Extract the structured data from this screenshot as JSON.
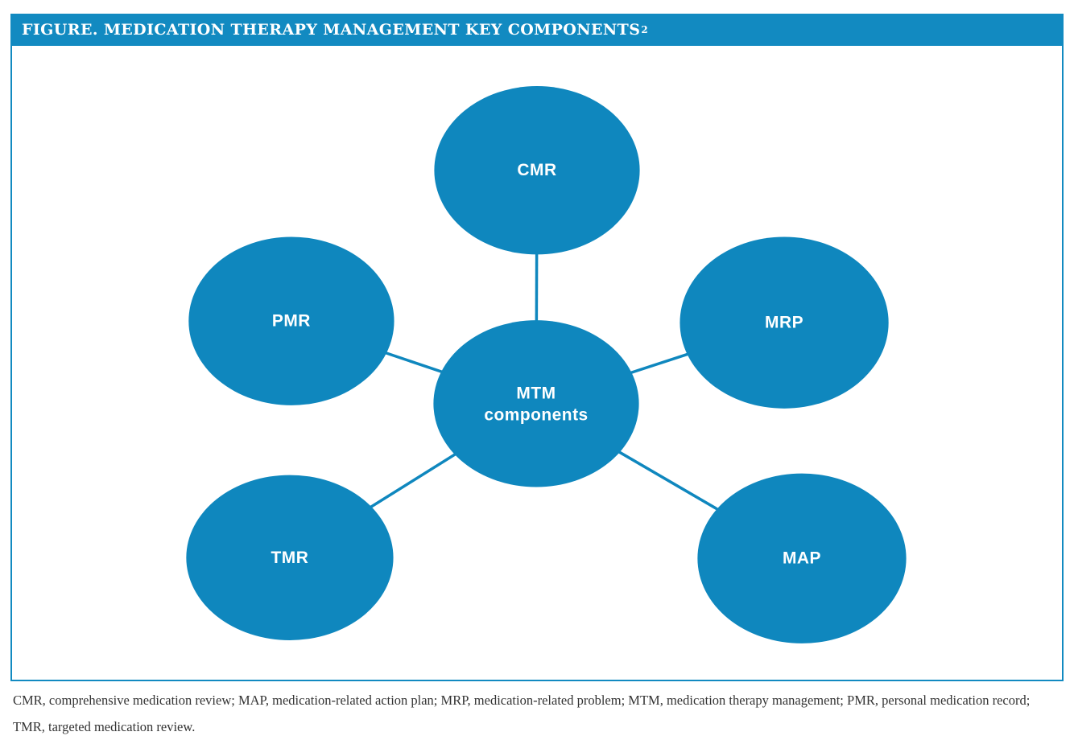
{
  "figure": {
    "title": "FIGURE. MEDICATION THERAPY MANAGEMENT KEY COMPONENTS",
    "title_superscript": "2"
  },
  "colors": {
    "header_bar": "#128ac1",
    "node_fill": "#0f87be",
    "connector": "#0f87be",
    "panel_border": "#128ac1",
    "node_text": "#ffffff",
    "caption_text": "#333333"
  },
  "diagram": {
    "center_node": {
      "label_line1": "MTM",
      "label_line2": "components"
    },
    "nodes": {
      "cmr": {
        "label": "CMR"
      },
      "pmr": {
        "label": "PMR"
      },
      "mrp": {
        "label": "MRP"
      },
      "tmr": {
        "label": "TMR"
      },
      "map": {
        "label": "MAP"
      }
    }
  },
  "caption": {
    "line1": "CMR, comprehensive medication review; MAP, medication-related action plan; MRP, medication-related problem; MTM, medication therapy management; PMR, personal medication record;",
    "line2": "TMR, targeted medication review."
  }
}
